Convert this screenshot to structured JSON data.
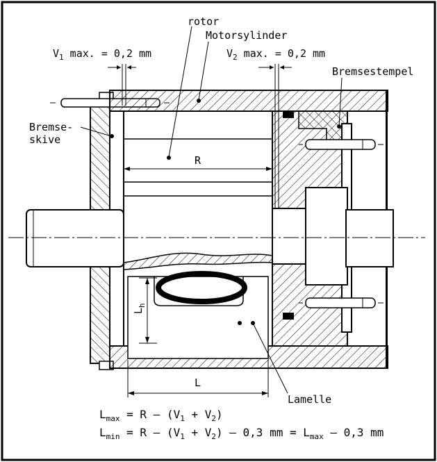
{
  "labels": {
    "rotor": "rotor",
    "motorsylinder": "Motorsylinder",
    "v1_prefix": "V",
    "v1_sub": "1",
    "v1_suffix": " max. = 0,2 mm",
    "v2_prefix": "V",
    "v2_sub": "2",
    "v2_suffix": " max. = 0,2 mm",
    "bremsestempel": "Bremsestempel",
    "bremseskive_line1": "Bremse-",
    "bremseskive_line2": "skive",
    "R": "R",
    "Lh_main": "L",
    "Lh_sub": "h",
    "L": "L",
    "lamelle": "Lamelle"
  },
  "formulas": {
    "lmax": {
      "L": "L",
      "sub_max": "max",
      "eq": " = R – (V",
      "s1": "1",
      "plus": " + V",
      "s2": "2",
      "close": ")"
    },
    "lmin": {
      "L": "L",
      "sub_min": "min",
      "eq": " = R – (V",
      "s1": "1",
      "plus": " + V",
      "s2": "2",
      "tail1": ") – 0,3 mm = L",
      "sub_max": "max",
      "tail2": " – 0,3 mm"
    }
  }
}
